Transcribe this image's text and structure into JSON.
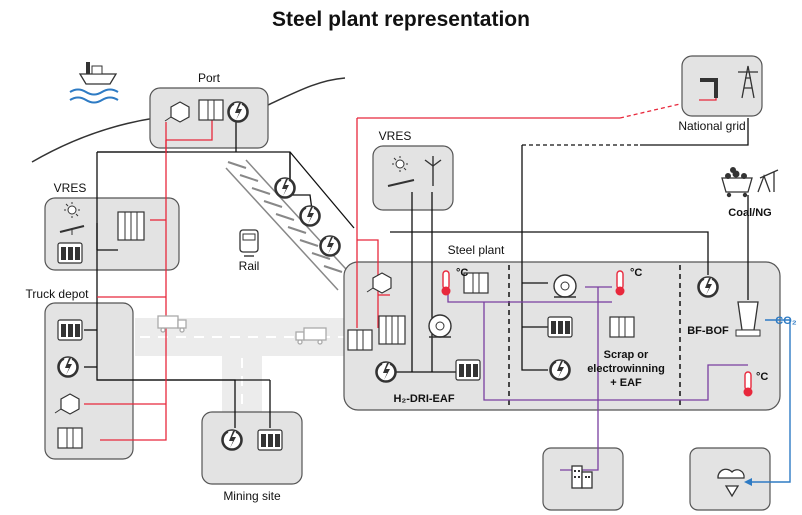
{
  "title": "Steel plant representation",
  "labels": {
    "port": "Port",
    "vres_top": "VRES",
    "vres_left": "VRES",
    "national_grid": "National grid",
    "truck_depot": "Truck depot",
    "rail": "Rail",
    "steel_plant": "Steel plant",
    "coal_ng": "Coal/NG",
    "bf_bof": "BF-BOF",
    "co2": "CO₂",
    "scrap_line1": "Scrap or",
    "scrap_line2": "electrowinning",
    "scrap_line3": "+ EAF",
    "h2_dri_eaf": "H₂-DRI-EAF",
    "mining_site": "Mining site",
    "temp_unit": "°C"
  },
  "colors": {
    "electricity": "#111111",
    "hydrogen": "#e8283c",
    "heat": "#7a3fa0",
    "co2": "#2e7bc4",
    "box_fill": "#e3e3e3"
  },
  "icons": [
    "ship-icon",
    "waves-icon",
    "h2-molecule-icon",
    "storage-tank-icon",
    "power-icon",
    "sun-icon",
    "wind-turbine-icon",
    "solar-panel-icon",
    "electrolyzer-icon",
    "battery-icon",
    "train-icon",
    "truck-icon",
    "pipe-icon",
    "pylon-icon",
    "thermometer-icon",
    "compressor-icon",
    "coal-cart-icon",
    "oil-pump-icon",
    "furnace-icon",
    "building-icon",
    "co2-storage-icon"
  ]
}
